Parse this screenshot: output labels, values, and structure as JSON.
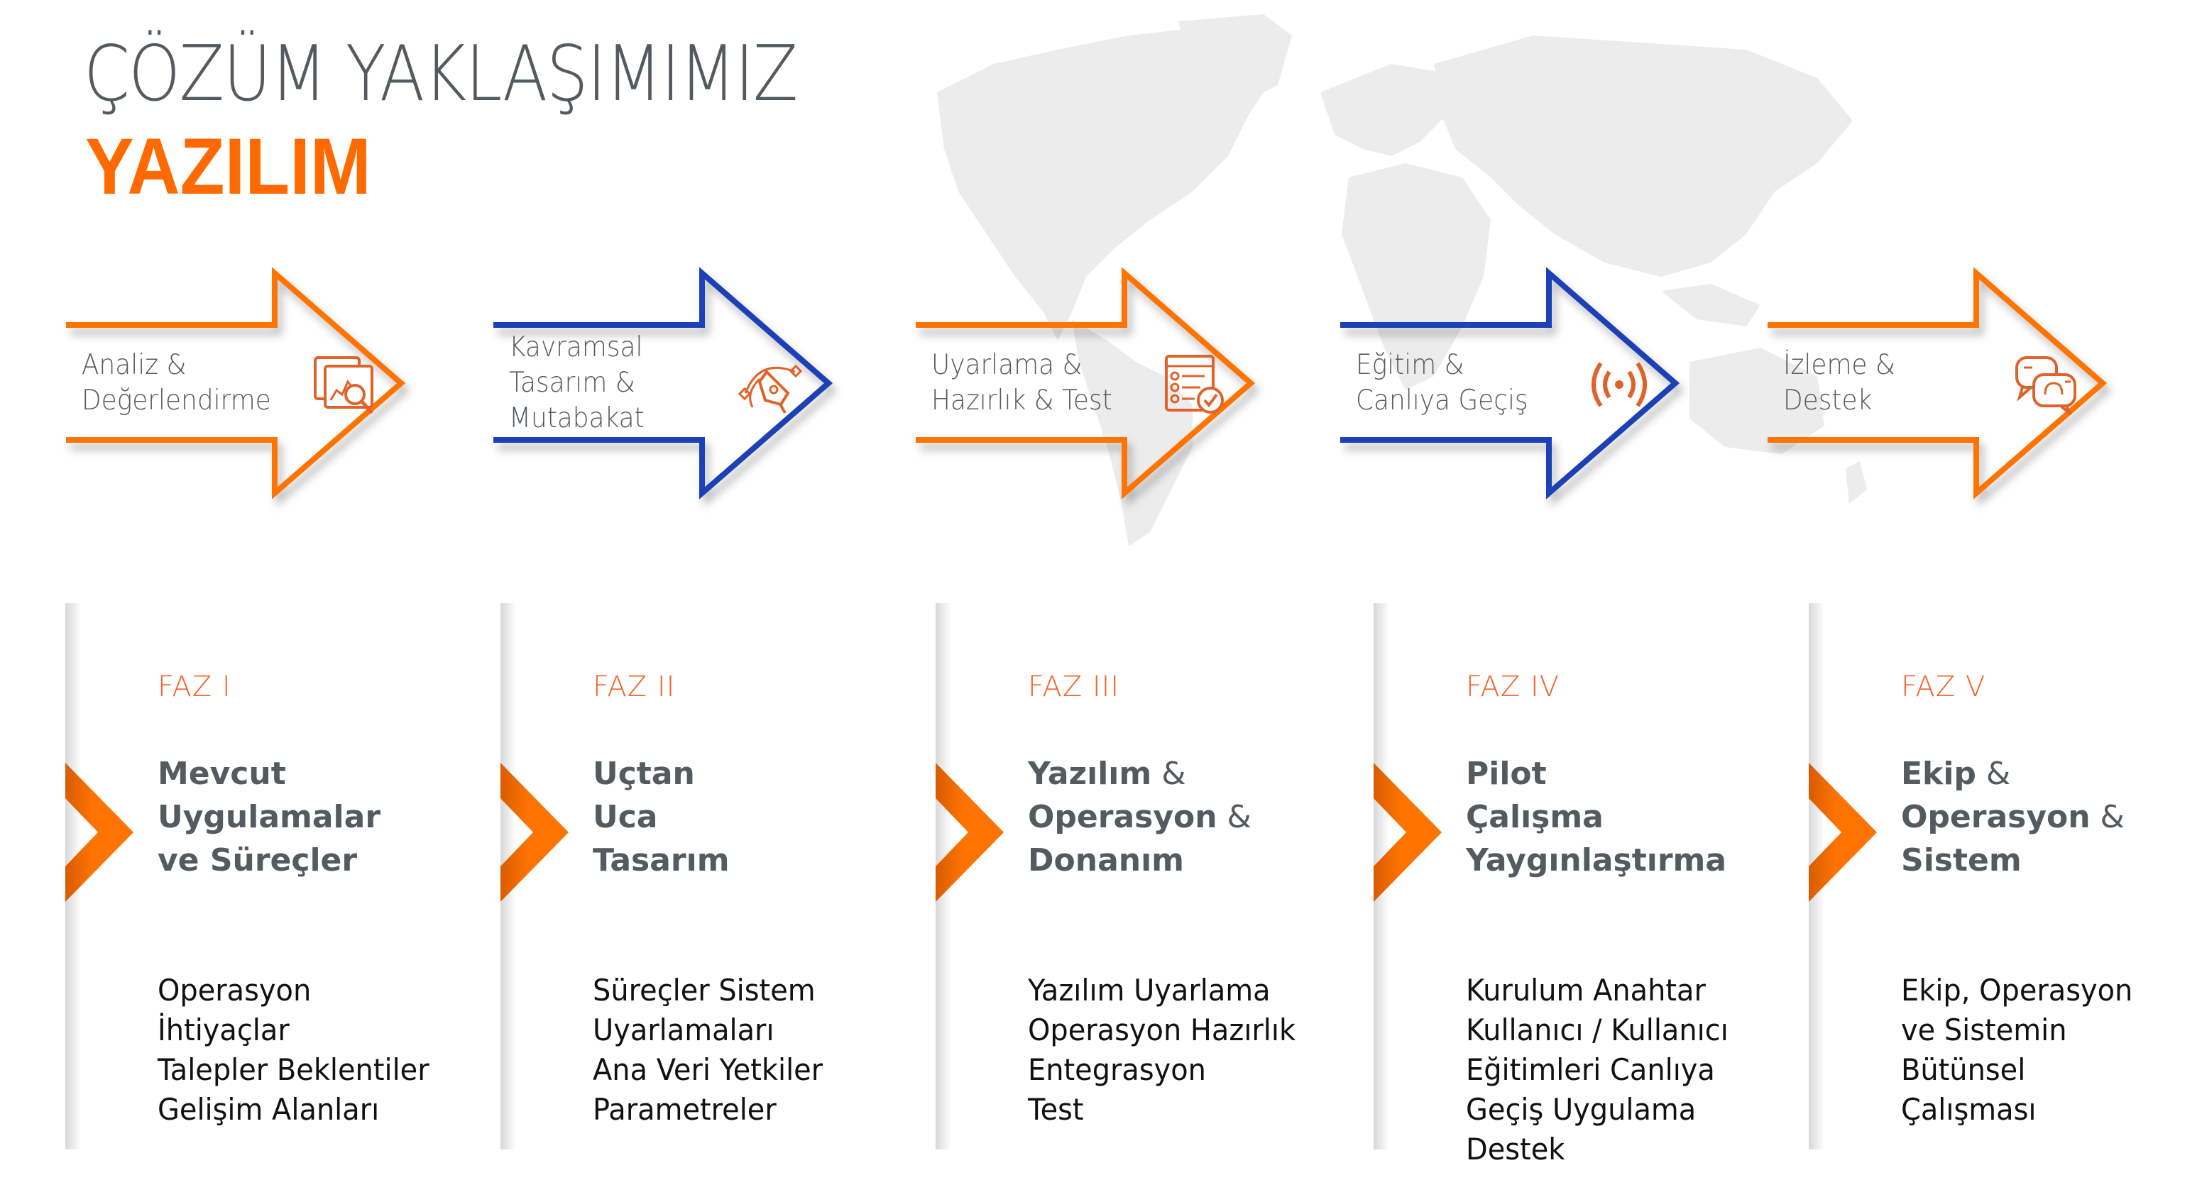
{
  "header": {
    "title": "ÇÖZÜM YAKLAŞIMIMIZ",
    "subtitle": "YAZILIM"
  },
  "colors": {
    "orange": "#ff7300",
    "blue": "#1f3fb5",
    "title_gray": "#555a5f",
    "faz_orange": "#f4622a",
    "map_gray": "#ececec"
  },
  "steps": [
    {
      "lines": [
        "Analiz &",
        "Değerlendirme"
      ],
      "icon": "analytics-search-icon",
      "color": "orange"
    },
    {
      "lines": [
        "Kavramsal",
        "Tasarım &",
        "Mutabakat"
      ],
      "icon": "pen-tool-icon",
      "color": "blue"
    },
    {
      "lines": [
        "Uyarlama &",
        "Hazırlık & Test"
      ],
      "icon": "checklist-icon",
      "color": "orange"
    },
    {
      "lines": [
        "Eğitim &",
        "Canlıya Geçiş"
      ],
      "icon": "broadcast-icon",
      "color": "blue"
    },
    {
      "lines": [
        "İzleme &",
        "Destek"
      ],
      "icon": "support-chat-icon",
      "color": "orange"
    }
  ],
  "phases": [
    {
      "label": "FAZ I",
      "title": [
        {
          "bold": "Mevcut",
          "rest": ""
        },
        {
          "bold": "Uygulamalar",
          "rest": ""
        },
        {
          "bold": "ve Süreçler",
          "rest": ""
        }
      ],
      "body": [
        "Operasyon",
        "İhtiyaçlar",
        "Talepler Beklentiler",
        "Gelişim Alanları"
      ]
    },
    {
      "label": "FAZ II",
      "title": [
        {
          "bold": "Uçtan",
          "rest": ""
        },
        {
          "bold": "Uca",
          "rest": ""
        },
        {
          "bold": "Tasarım",
          "rest": ""
        }
      ],
      "body": [
        "Süreçler Sistem",
        "Uyarlamaları",
        "Ana Veri Yetkiler",
        "Parametreler"
      ]
    },
    {
      "label": "FAZ III",
      "title": [
        {
          "bold": "Yazılım",
          "rest": " &"
        },
        {
          "bold": "Operasyon",
          "rest": " &"
        },
        {
          "bold": "Donanım",
          "rest": ""
        }
      ],
      "body": [
        "Yazılım Uyarlama",
        "Operasyon Hazırlık",
        "Entegrasyon",
        "Test"
      ]
    },
    {
      "label": "FAZ IV",
      "title": [
        {
          "bold": "Pilot",
          "rest": ""
        },
        {
          "bold": "Çalışma",
          "rest": ""
        },
        {
          "bold": "Yaygınlaştırma",
          "rest": ""
        }
      ],
      "body": [
        "Kurulum Anahtar",
        "Kullanıcı / Kullanıcı",
        "Eğitimleri Canlıya",
        "Geçiş Uygulama",
        "Destek"
      ]
    },
    {
      "label": "FAZ V",
      "title": [
        {
          "bold": "Ekip",
          "rest": " &"
        },
        {
          "bold": "Operasyon",
          "rest": " &"
        },
        {
          "bold": "Sistem",
          "rest": ""
        }
      ],
      "body": [
        "Ekip, Operasyon",
        "ve Sistemin",
        "Bütünsel",
        "Çalışması"
      ]
    }
  ]
}
